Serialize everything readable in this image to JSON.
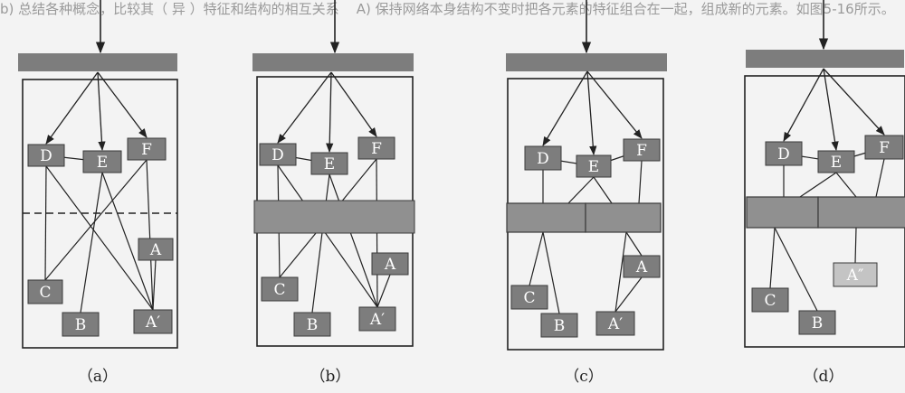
{
  "background_text": [
    "b) 总结各种概念，比较其（ 异 ）特征和结构的相互关系",
    "A) 保持网络本身结构不变时把各元素的特征组合在一起，组成新的元素。如图5-16所示。"
  ],
  "colors": {
    "box_fill": "#7d7d7d",
    "box_stroke": "#3a3a3a",
    "bar_fill": "#909090",
    "light_box_fill": "#c4c4c4",
    "line": "#222222",
    "panel_border": "#222222",
    "label_text": "#ffffff"
  },
  "panels": [
    {
      "id": "a",
      "caption": "（a）",
      "nodes": [
        {
          "id": "D",
          "label": "D"
        },
        {
          "id": "E",
          "label": "E"
        },
        {
          "id": "F",
          "label": "F"
        },
        {
          "id": "A",
          "label": "A"
        },
        {
          "id": "C",
          "label": "C"
        },
        {
          "id": "A1",
          "label": "A′"
        },
        {
          "id": "B",
          "label": "B"
        }
      ],
      "divider": "dashed-line"
    },
    {
      "id": "b",
      "caption": "（b）",
      "nodes": [
        {
          "id": "D",
          "label": "D"
        },
        {
          "id": "E",
          "label": "E"
        },
        {
          "id": "F",
          "label": "F"
        },
        {
          "id": "A",
          "label": "A"
        },
        {
          "id": "C",
          "label": "C"
        },
        {
          "id": "A1",
          "label": "A′"
        },
        {
          "id": "B",
          "label": "B"
        }
      ],
      "divider": "single-bar"
    },
    {
      "id": "c",
      "caption": "（c）",
      "nodes": [
        {
          "id": "D",
          "label": "D"
        },
        {
          "id": "E",
          "label": "E"
        },
        {
          "id": "F",
          "label": "F"
        },
        {
          "id": "A",
          "label": "A"
        },
        {
          "id": "C",
          "label": "C"
        },
        {
          "id": "A1",
          "label": "A′"
        },
        {
          "id": "B",
          "label": "B"
        }
      ],
      "divider": "split-bar"
    },
    {
      "id": "d",
      "caption": "（d）",
      "nodes": [
        {
          "id": "D",
          "label": "D"
        },
        {
          "id": "E",
          "label": "E"
        },
        {
          "id": "F",
          "label": "F"
        },
        {
          "id": "A2",
          "label": "A″"
        },
        {
          "id": "C",
          "label": "C"
        },
        {
          "id": "B",
          "label": "B"
        }
      ],
      "divider": "split-bar"
    }
  ]
}
